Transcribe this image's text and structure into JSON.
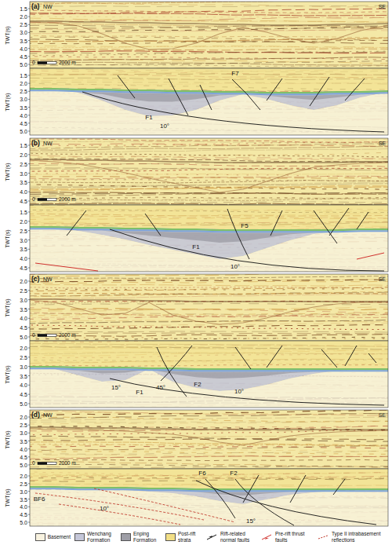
{
  "diagram": {
    "labels": [
      "(a)",
      "NW",
      "SE",
      "1.5",
      "2.0",
      "2.5",
      "3.0",
      "3.5",
      "4.0",
      "4.5",
      "5.0",
      "TWT(s)",
      "0",
      "2000 m",
      "1.5",
      "2.0",
      "2.5",
      "3.0",
      "3.5",
      "4.0",
      "4.5",
      "5.0",
      "TWT(s)",
      "F7",
      "F1",
      "10°",
      "(b)",
      "NW",
      "SE",
      "1.5",
      "2.0",
      "2.5",
      "3.0",
      "3.5",
      "4.0",
      "4.5",
      "TWT(s)",
      "0",
      "2000 m",
      "1.5",
      "2.0",
      "2.5",
      "3.0",
      "3.5",
      "4.0",
      "4.5",
      "TWT(s)",
      "F5",
      "F1",
      "10°",
      "(c)",
      "NW",
      "SE",
      "2.0",
      "2.5",
      "3.0",
      "3.5",
      "4.0",
      "4.5",
      "5.0",
      "TWT(s)",
      "0",
      "2000 m",
      "2.0",
      "2.5",
      "3.0",
      "3.5",
      "4.0",
      "4.5",
      "5.0",
      "TWT(s)",
      "15°",
      "45°",
      "F2",
      "F1",
      "10°",
      "(d)",
      "NW",
      "SE",
      "2.0",
      "2.5",
      "3.0",
      "3.5",
      "4.0",
      "4.5",
      "5.0",
      "TWT(s)",
      "0",
      "2000 m",
      "2.0",
      "2.5",
      "3.0",
      "3.5",
      "4.0",
      "4.5",
      "5.0",
      "TWT(s)",
      "F6",
      "F2",
      "BF6",
      "10°",
      "15°"
    ],
    "legend": [
      {
        "text": "Basement",
        "color": "#f8f2df"
      },
      {
        "text": "Wenchang Formation",
        "color": "#c4c6d8"
      },
      {
        "text": "Enping Formation",
        "color": "#9e9ea6"
      },
      {
        "text": "Post-rift strata",
        "color": "#f2df86"
      },
      {
        "text": "Rift-related normal faults"
      },
      {
        "text": "Pre-rift thrust faults"
      },
      {
        "text": "Type II intrabasement reflections"
      }
    ]
  }
}
